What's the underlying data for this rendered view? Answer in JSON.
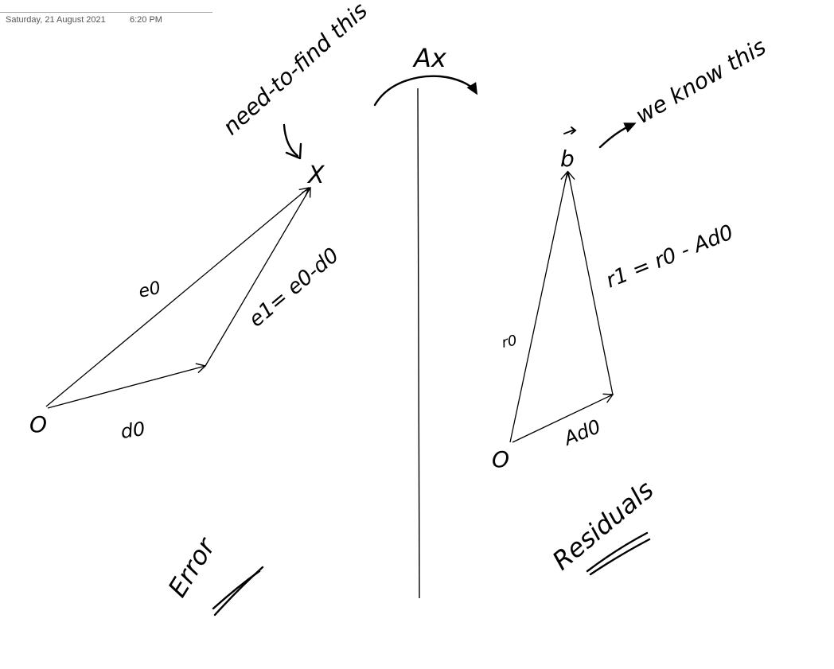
{
  "header": {
    "date": "Saturday, 21 August 2021",
    "time": "6:20 PM"
  },
  "ink_color": "#000000",
  "left_diagram": {
    "origin_label": "O",
    "target_label": "X",
    "hypotenuse_label": "e0",
    "base_label": "d0",
    "side_label": "e1= e0-d0",
    "note": "need-to-find this",
    "title": "Error"
  },
  "center": {
    "operator_label": "Ax"
  },
  "right_diagram": {
    "origin_label": "O",
    "target_label": "b",
    "left_side_label": "r0",
    "base_label": "Ad0",
    "right_side_label": "r1 = r0 - Ad0",
    "note": "we know this",
    "title": "Residuals"
  }
}
